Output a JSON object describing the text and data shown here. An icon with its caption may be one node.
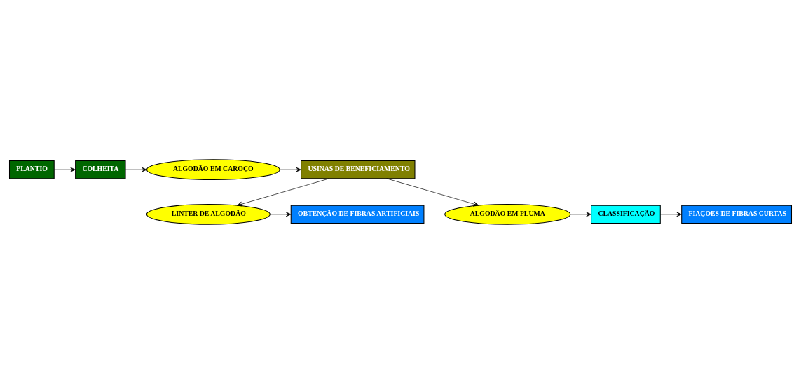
{
  "diagram": {
    "nodes": [
      {
        "text": [
          "PLANTIO"
        ]
      },
      {
        "text": [
          "COLHEITA"
        ]
      },
      {
        "text": [
          "ALGODÃO EM CAROÇO"
        ]
      },
      {
        "text": [
          "USINAS DE BENEFICIAMENTO"
        ]
      },
      {
        "text": [
          "OBTENÇÃO DE FIBRAS ARTIFICIAIS"
        ]
      },
      {
        "text": [
          "LINTER DE ALGODÃO"
        ]
      },
      {
        "text": [
          "FIAÇÕES DE FIBRAS CURTAS"
        ]
      },
      {
        "text": [
          "CLASSIFICAÇÃO"
        ]
      },
      {
        "text": [
          "ALGODÃO EM PLUMA"
        ]
      }
    ],
    "edges": [
      {
        "from": 0,
        "to": 1,
        "arrow": "to"
      },
      {
        "from": 1,
        "to": 2,
        "arrow": "to"
      },
      {
        "from": 2,
        "to": 3,
        "arrow": "to"
      },
      {
        "from": 3,
        "to": 5,
        "arrow": "to"
      },
      {
        "from": 3,
        "to": 8,
        "arrow": "to"
      },
      {
        "from": 5,
        "to": 4,
        "arrow": "to"
      },
      {
        "from": 8,
        "to": 7,
        "arrow": "to"
      },
      {
        "from": 7,
        "to": 6,
        "arrow": "to"
      }
    ]
  }
}
